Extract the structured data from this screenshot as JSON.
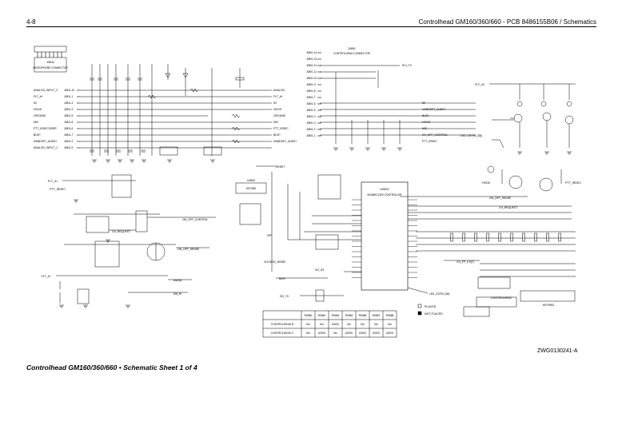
{
  "header": {
    "page_number": "4-8",
    "title": "Controlhead GM160/360/660 - PCB 8486155B06 / Schematics"
  },
  "caption": "Controlhead GM160/360/660 • Schematic Sheet 1 of 4",
  "drawing_id": "ZWG0130241-A",
  "left_connector": {
    "label": "J0811",
    "sublabel": "MICROPHONE CONNECTOR",
    "pins": [
      {
        "name": "ANALOG_INPUT_2",
        "pin": "J0811-10"
      },
      {
        "name": "FLT_A+",
        "pin": "J0811-1"
      },
      {
        "name": "5V",
        "pin": "J0811-4"
      },
      {
        "name": "HOOK",
        "pin": "J0811-3"
      },
      {
        "name": "GROUND",
        "pin": "J0811-5"
      },
      {
        "name": "MIC",
        "pin": "J0811-8"
      },
      {
        "name": "PTT_IRDECODER",
        "pin": "J0811-6"
      },
      {
        "name": "BUS+",
        "pin": "J0811-7"
      },
      {
        "name": "HANDSET_AUDIO",
        "pin": "J0811-2"
      },
      {
        "name": "ANALOG_INPUT_1",
        "pin": "J0811-9"
      }
    ]
  },
  "left_nets": [
    "ANALOG",
    "FLT_A+",
    "5V",
    "HOOK",
    "GROUND",
    "MIC",
    "PTT_IRDEC",
    "BUS+",
    "HANDSET_AUDIO"
  ],
  "center_connector": {
    "label": "J0801",
    "sublabel": "CONTROLHEAD CONNECTOR",
    "pins": [
      "J0801-14",
      "J0801-13",
      "J0801-12",
      "J0801-11",
      "J0801-10",
      "J0801-9",
      "J0801-8",
      "J0801-7",
      "J0801-6",
      "J0801-5",
      "J0801-4",
      "J0801-3",
      "J0801-2",
      "J0801-1"
    ]
  },
  "center_nets": [
    "SCI_TX",
    "5V",
    "HANDSET_AUDIO",
    "BUS+",
    "HOOK",
    "MIC",
    "CH_OFF_CONTROL",
    "PTT_IRDEC"
  ],
  "labels": {
    "flt_a_top": "FLT_A+",
    "hook": "HOOK",
    "ptt_irdec": "PTT_IRDEC",
    "led_ctrl": "LED_CNTRL (S8)",
    "on_off_sense": "ON_OFF_SENSE",
    "ch_request": "CH_REQUEST",
    "ch_fp_cs": "CH_FP_CS(T)",
    "on_off_control": "ON_OFF_CONTROL",
    "ch_request_left": "CH_REQUEST",
    "keypad": "KEYPAD",
    "controlhead": "CONTROLHEAD",
    "u0831": "U0831",
    "u0831_name": "MC68HC11E9 CONTROLLER",
    "u0833": "U0833",
    "u0833_name": "MC3346",
    "reset": "RESET",
    "vpp": "VPP",
    "led_cntrl_bottom": "LED_CNTRL (S8)",
    "placed": "PLACED",
    "not_placed": "NOT PLACED",
    "sci_tx": "SCI_TX",
    "sci_rx": "SCI_RX",
    "bus_plus": "BUS+",
    "voltage_sense": "VOLTAGE_SENSE",
    "flt_a_left": "FLT_A+",
    "ptt_irdec_left": "PTT_IRDEC",
    "an_label": "AN(S4)",
    "sw_b": "SW_B+"
  },
  "table": {
    "headers": [
      "",
      "R0860",
      "R0861",
      "R0862",
      "R0863",
      "R0865",
      "R0867",
      "R0868"
    ],
    "rows": [
      [
        "CONTROLHEAD B",
        "NU",
        "NU",
        "USED",
        "NU",
        "NU",
        "NU",
        "NU"
      ],
      [
        "CONTROLHEAD C",
        "NU",
        "USED",
        "NU",
        "USED",
        "USED",
        "USED",
        "USED"
      ]
    ]
  },
  "colors": {
    "ink": "#000000",
    "paper": "#ffffff"
  }
}
